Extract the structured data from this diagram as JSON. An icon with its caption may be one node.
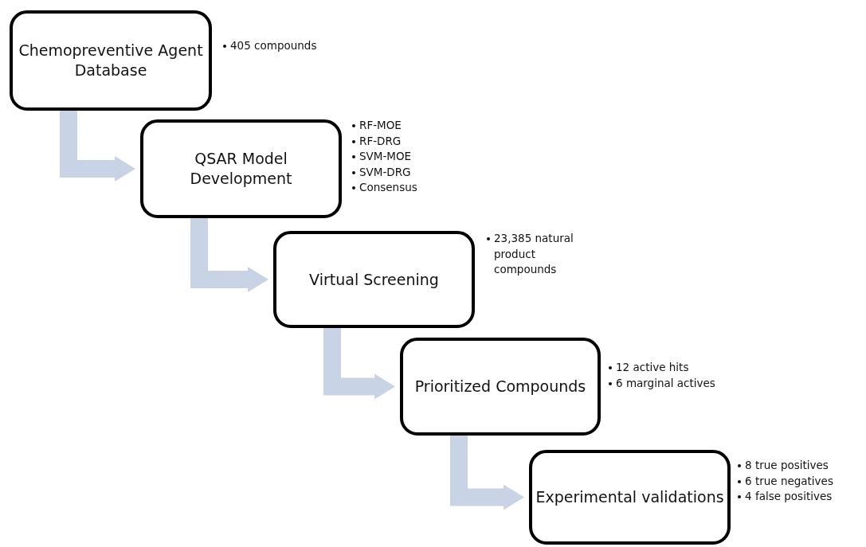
{
  "diagram": {
    "nodes": [
      {
        "text": [
          "Chemopreventive Agent Database"
        ],
        "beside": [
          "405 compounds"
        ]
      },
      {
        "text": [
          "QSAR Model Development"
        ],
        "beside": [
          "RF-MOE",
          "RF-DRG",
          "SVM-MOE",
          "SVM-DRG",
          "Consensus"
        ]
      },
      {
        "text": [
          "Virtual Screening"
        ],
        "beside": [
          "23,385 natural product compounds"
        ]
      },
      {
        "text": [
          "Prioritized Compounds"
        ],
        "beside": [
          "12 active hits",
          "6 marginal actives"
        ]
      },
      {
        "text": [
          "Experimental validations"
        ],
        "beside": [
          "8 true positives",
          "6 true negatives",
          "4 false positives"
        ]
      }
    ],
    "edges": [
      {
        "from": 0,
        "to": 1,
        "arrow": "to"
      },
      {
        "from": 1,
        "to": 2,
        "arrow": "to"
      },
      {
        "from": 2,
        "to": 3,
        "arrow": "to"
      },
      {
        "from": 3,
        "to": 4,
        "arrow": "to"
      }
    ]
  }
}
